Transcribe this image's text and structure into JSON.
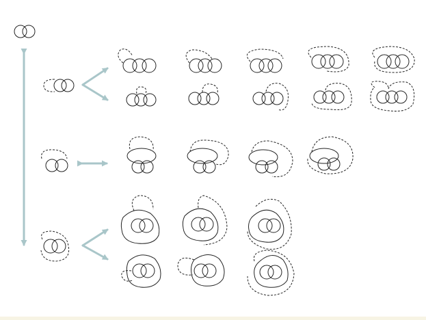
{
  "colors": {
    "background": "#ffffff",
    "arrow": "#a9c6c9",
    "stroke": "#222222",
    "bottom_band": "#f7f4e4"
  },
  "diagram": {
    "arrows": [
      "vertical-double-arrow",
      "fork-arrow-row-1",
      "double-arrow-row-2",
      "fork-arrow-row-3"
    ],
    "columns_per_row": [
      5,
      4,
      3
    ],
    "row_labels": [],
    "caption": ""
  }
}
